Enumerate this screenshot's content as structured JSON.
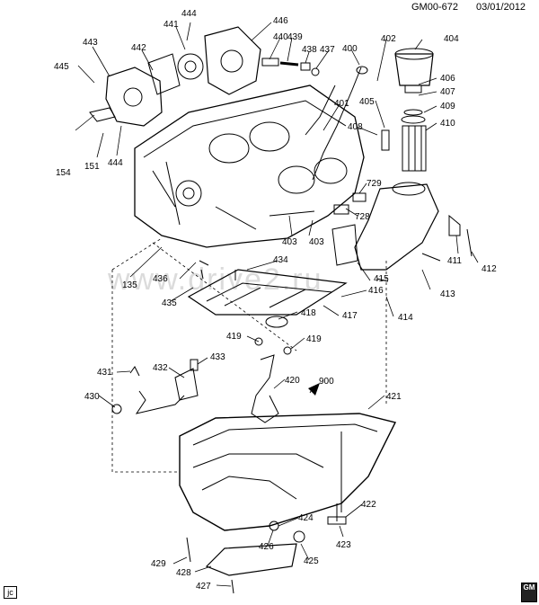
{
  "header": {
    "doc_id": "GM00-672",
    "date": "03/01/2012"
  },
  "watermark": "www.drive2.ru",
  "corner": {
    "jc": "jc",
    "gm": "GM"
  },
  "callouts": [
    {
      "id": "444a",
      "text": "444"
    },
    {
      "id": "441",
      "text": "441"
    },
    {
      "id": "446",
      "text": "446"
    },
    {
      "id": "443",
      "text": "443"
    },
    {
      "id": "442",
      "text": "442"
    },
    {
      "id": "440",
      "text": "440"
    },
    {
      "id": "439",
      "text": "439"
    },
    {
      "id": "438",
      "text": "438"
    },
    {
      "id": "437",
      "text": "437"
    },
    {
      "id": "400",
      "text": "400"
    },
    {
      "id": "402",
      "text": "402"
    },
    {
      "id": "404",
      "text": "404"
    },
    {
      "id": "445",
      "text": "445"
    },
    {
      "id": "406",
      "text": "406"
    },
    {
      "id": "407",
      "text": "407"
    },
    {
      "id": "405",
      "text": "405"
    },
    {
      "id": "409",
      "text": "409"
    },
    {
      "id": "401",
      "text": "401"
    },
    {
      "id": "410",
      "text": "410"
    },
    {
      "id": "408",
      "text": "408"
    },
    {
      "id": "154",
      "text": "154"
    },
    {
      "id": "151",
      "text": "151"
    },
    {
      "id": "444b",
      "text": "444"
    },
    {
      "id": "729",
      "text": "729"
    },
    {
      "id": "728",
      "text": "728"
    },
    {
      "id": "403a",
      "text": "403"
    },
    {
      "id": "403b",
      "text": "403"
    },
    {
      "id": "411",
      "text": "411"
    },
    {
      "id": "412",
      "text": "412"
    },
    {
      "id": "434",
      "text": "434"
    },
    {
      "id": "135",
      "text": "135"
    },
    {
      "id": "436",
      "text": "436"
    },
    {
      "id": "415",
      "text": "415"
    },
    {
      "id": "416",
      "text": "416"
    },
    {
      "id": "413",
      "text": "413"
    },
    {
      "id": "435",
      "text": "435"
    },
    {
      "id": "418",
      "text": "418"
    },
    {
      "id": "417",
      "text": "417"
    },
    {
      "id": "414",
      "text": "414"
    },
    {
      "id": "419a",
      "text": "419"
    },
    {
      "id": "419b",
      "text": "419"
    },
    {
      "id": "433",
      "text": "433"
    },
    {
      "id": "431",
      "text": "431"
    },
    {
      "id": "432",
      "text": "432"
    },
    {
      "id": "420",
      "text": "420"
    },
    {
      "id": "900",
      "text": "900"
    },
    {
      "id": "430",
      "text": "430"
    },
    {
      "id": "421",
      "text": "421"
    },
    {
      "id": "422",
      "text": "422"
    },
    {
      "id": "424",
      "text": "424"
    },
    {
      "id": "423",
      "text": "423"
    },
    {
      "id": "426",
      "text": "426"
    },
    {
      "id": "429",
      "text": "429"
    },
    {
      "id": "425",
      "text": "425"
    },
    {
      "id": "428",
      "text": "428"
    },
    {
      "id": "427",
      "text": "427"
    }
  ]
}
